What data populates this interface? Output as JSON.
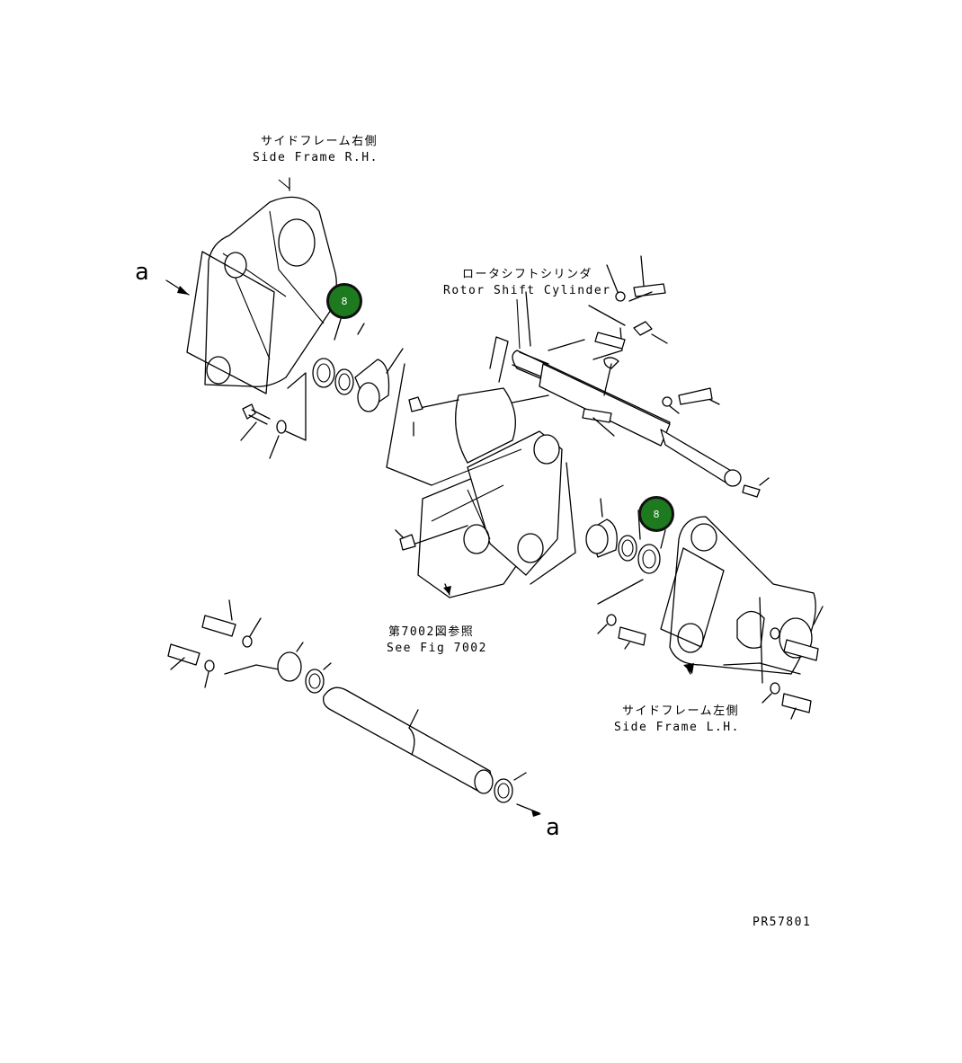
{
  "labels": {
    "side_frame_rh_jp": "サイドフレーム右側",
    "side_frame_rh_en": "Side Frame R.H.",
    "rotor_shift_cyl_jp": "ロータシフトシリンダ",
    "rotor_shift_cyl_en": "Rotor Shift Cylinder",
    "see_fig_jp": "第7002図参照",
    "see_fig_en": "See Fig 7002",
    "side_frame_lh_jp": "サイドフレーム左側",
    "side_frame_lh_en": "Side Frame L.H.",
    "ref_letter_a_top": "a",
    "ref_letter_a_bottom": "a",
    "drawing_number": "PR57801"
  },
  "callouts": [
    {
      "number": "8",
      "color": "#1e7a1e"
    },
    {
      "number": "8",
      "color": "#1e7a1e"
    }
  ]
}
